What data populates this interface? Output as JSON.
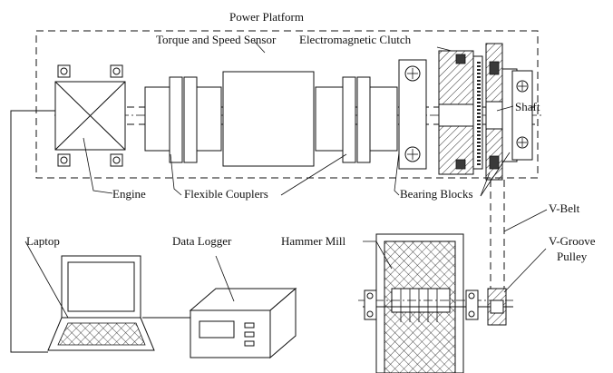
{
  "labels": {
    "power_platform": "Power Platform",
    "torque_sensor": "Torque and Speed Sensor",
    "em_clutch": "Electromagnetic Clutch",
    "shaft": "Shaft",
    "engine": "Engine",
    "flexible_couplers": "Flexible Couplers",
    "bearing_blocks": "Bearing Blocks",
    "v_belt": "V-Belt",
    "laptop": "Laptop",
    "data_logger": "Data Logger",
    "hammer_mill": "Hammer Mill",
    "v_groove": "V-Groove",
    "pulley": "Pulley"
  }
}
